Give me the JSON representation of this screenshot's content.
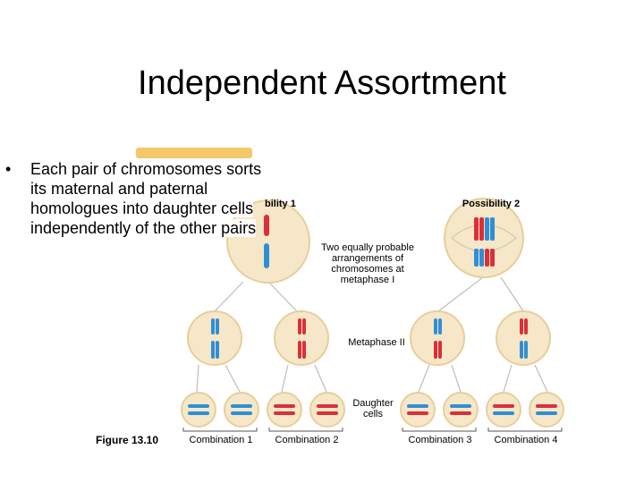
{
  "slide": {
    "title": "Independent Assortment",
    "bullet": "Each pair of chromosomes sorts its maternal and paternal homologues into daughter cells independently of the other pairs"
  },
  "figure": {
    "possibility1": "bility 1",
    "possibility2": "Possibility 2",
    "arrangements_note": "Two equally probable arrangements of chromosomes at metaphase I",
    "metaphase2": "Metaphase II",
    "daughter_cells": "Daughter cells",
    "figure_label": "Figure 13.10",
    "combinations": [
      "Combination 1",
      "Combination 2",
      "Combination 3",
      "Combination 4"
    ]
  },
  "colors": {
    "maternal": "#d9303a",
    "paternal": "#2f8fd6",
    "cell_fill": "#f6e7c8",
    "cell_edge": "#e7cf9c",
    "tab": "#f5c86a"
  }
}
